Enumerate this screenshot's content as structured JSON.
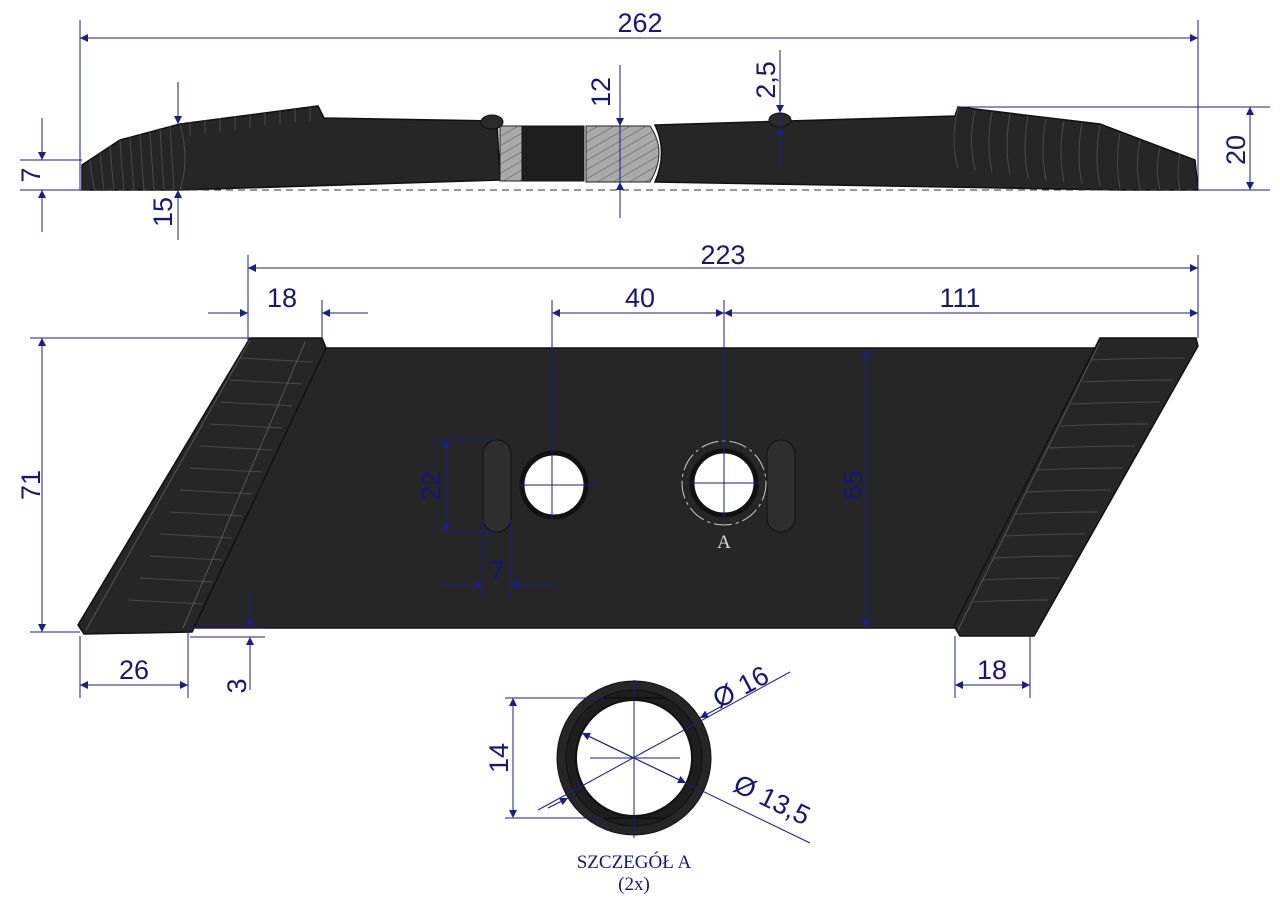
{
  "side_view": {
    "overall_length": "262",
    "left_height": "7",
    "left_tip": "15",
    "center_thickness": "12",
    "bump_height": "2,5",
    "right_height": "20"
  },
  "plan_view": {
    "working_length": "223",
    "left_top_width": "18",
    "hole_spacing": "40",
    "right_offset": "111",
    "overall_width": "71",
    "plate_width": "65",
    "slot_length": "22",
    "slot_width": "7",
    "left_bottom_width": "26",
    "step": "3",
    "right_bottom_width": "18",
    "detail_marker": "A"
  },
  "detail": {
    "height": "14",
    "outer_diameter": "Ø 16",
    "inner_diameter": "Ø 13,5",
    "caption": "SZCZEGÓŁ A",
    "count": "(2x)"
  },
  "colors": {
    "dimension": "#1c1c8a",
    "part": "#262626"
  }
}
